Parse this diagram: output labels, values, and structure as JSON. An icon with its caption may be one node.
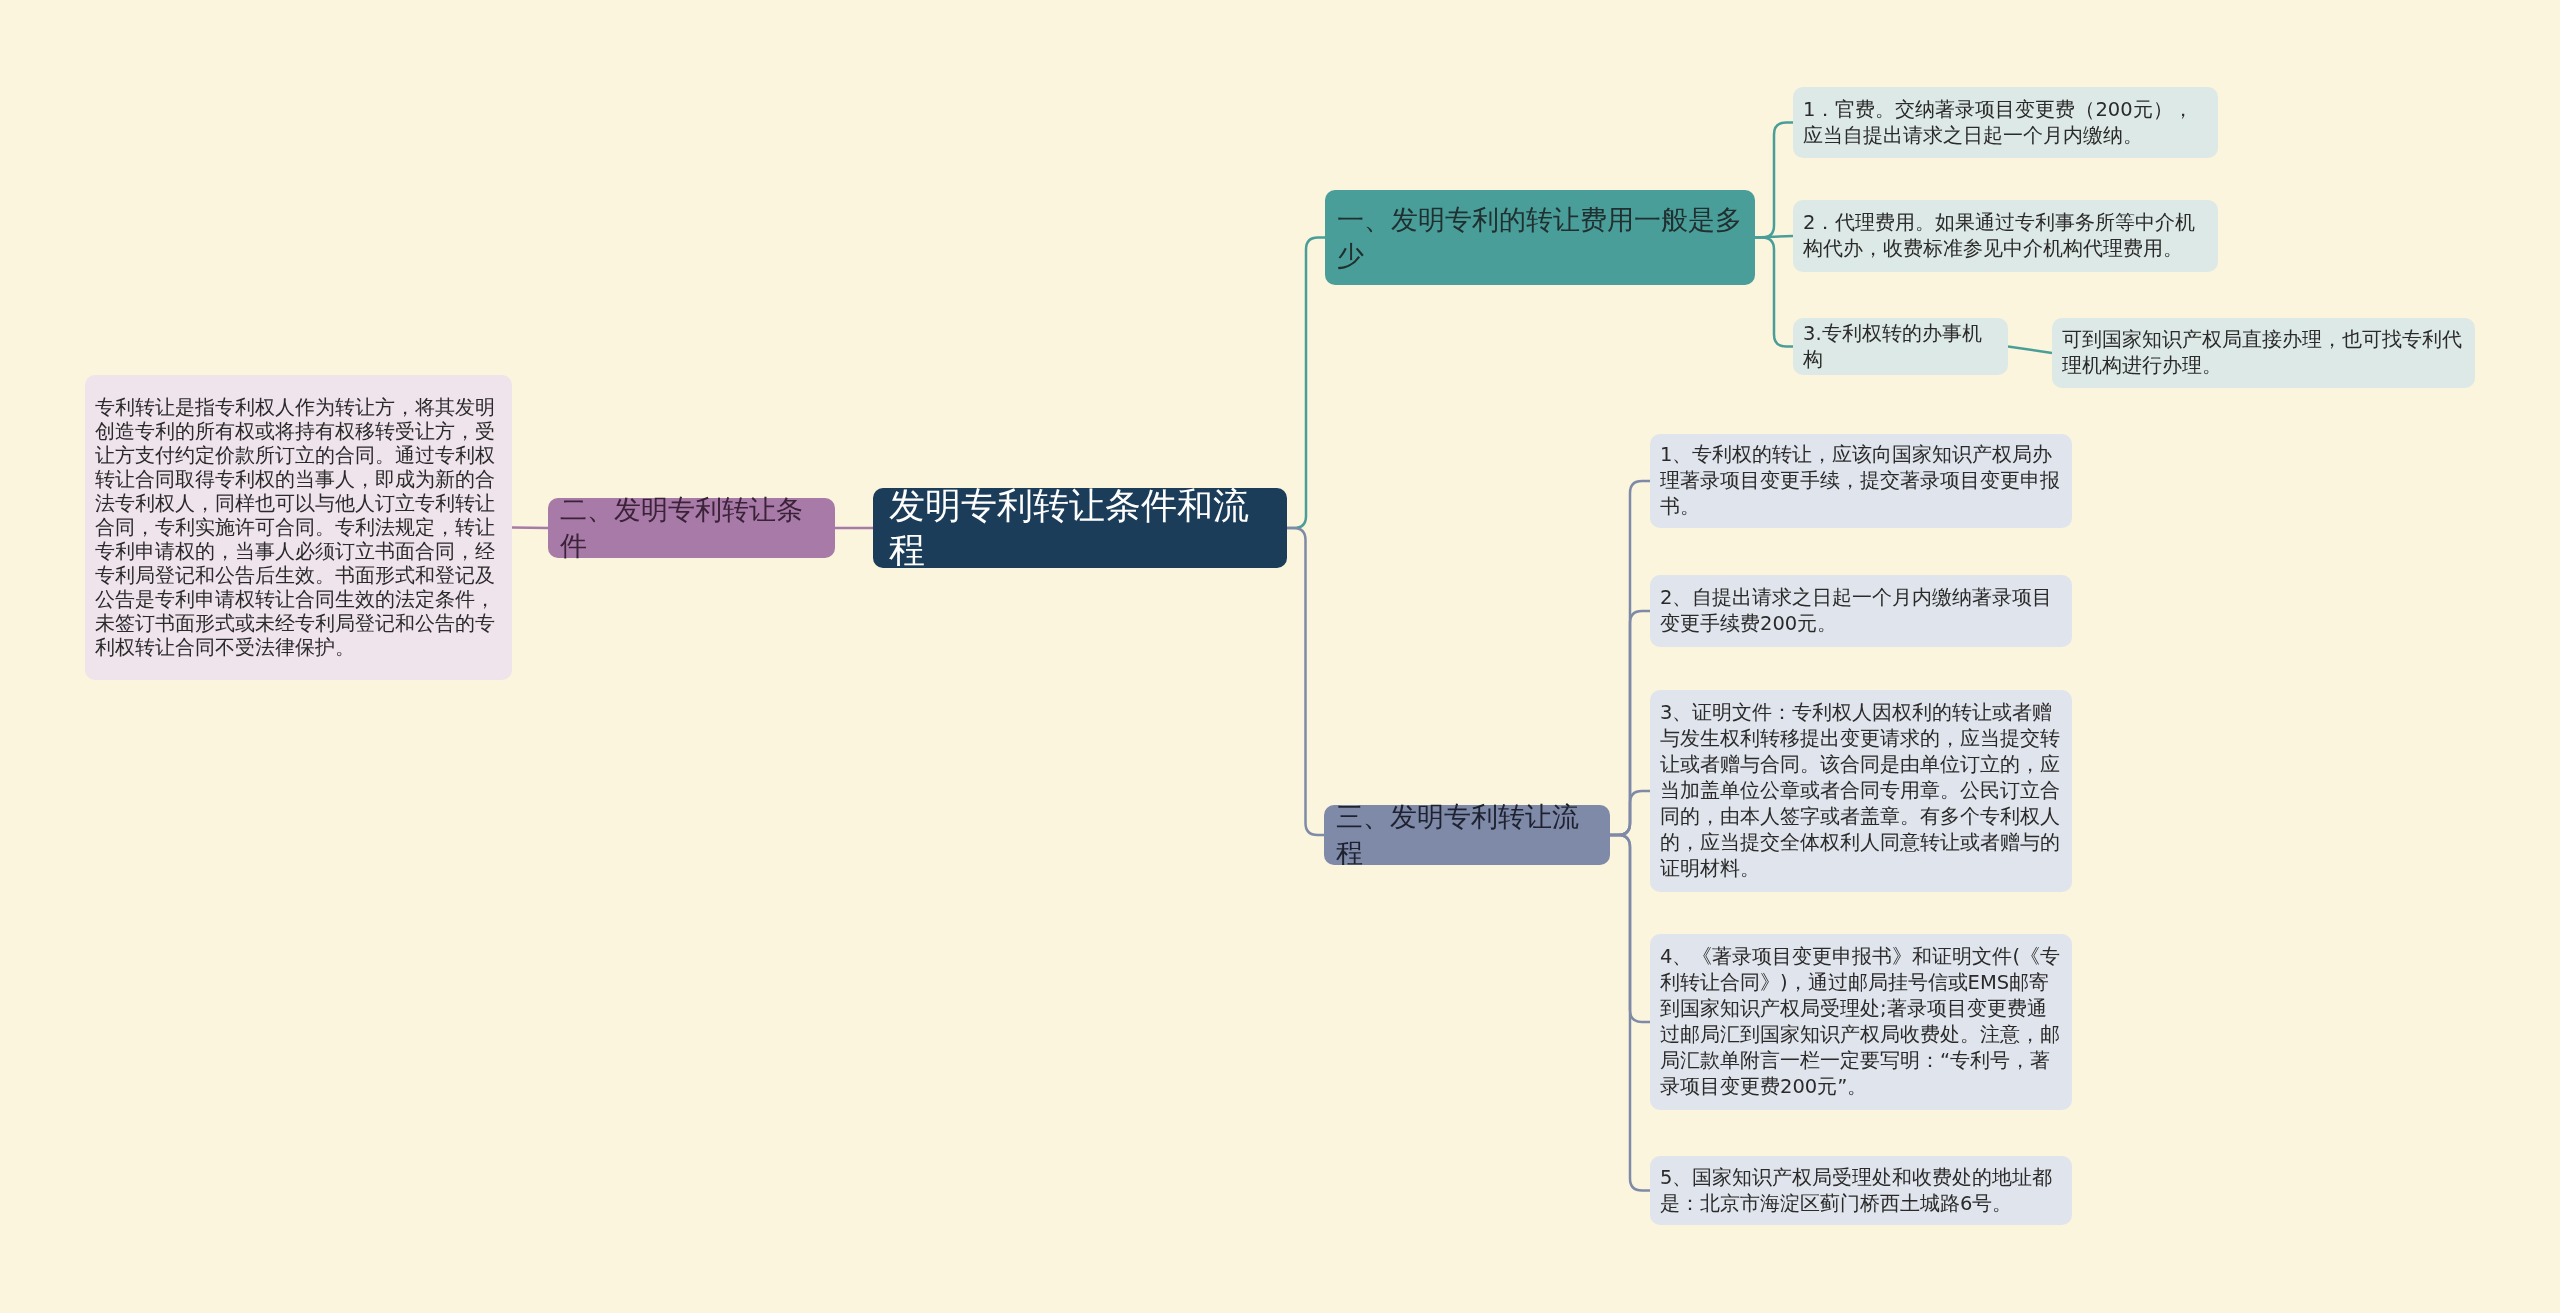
{
  "diagram": {
    "nodes": [
      {
        "text": [
          "发明专利转让条件和流程"
        ]
      },
      {
        "text": [
          "一、发明专利的转让费用一般是多少"
        ]
      },
      {
        "text": [
          "1．官费。交纳著录项目变更费（200元），应当自提出请求之日起一个月内缴纳。"
        ]
      },
      {
        "text": [
          "2．代理费用。如果通过专利事务所等中介机构代办，收费标准参见中介机构代理费用。"
        ]
      },
      {
        "text": [
          "3.专利权转的办事机构"
        ]
      },
      {
        "text": [
          "可到国家知识产权局直接办理，也可找专利代理机构进行办理。"
        ]
      },
      {
        "text": [
          "二、发明专利转让条件"
        ]
      },
      {
        "text": [
          "专利转让是指专利权人作为转让方，将其发明创造专利的所有权或将持有权移转受让方，受让方支付约定价款所订立的合同。通过专利权转让合同取得专利权的当事人，即成为新的合法专利权人，同样也可以与他人订立专利转让合同，专利实施许可合同。专利法规定，转让专利申请权的，当事人必须订立书面合同，经专利局登记和公告后生效。书面形式和登记及公告是专利申请权转让合同生效的法定条件，未签订书面形式或未经专利局登记和公告的专利权转让合同不受法律保护。"
        ]
      },
      {
        "text": [
          "三、发明专利转让流程"
        ]
      },
      {
        "text": [
          "1、专利权的转让，应该向国家知识产权局办理著录项目变更手续，提交著录项目变更申报书。"
        ]
      },
      {
        "text": [
          "2、自提出请求之日起一个月内缴纳著录项目变更手续费200元。"
        ]
      },
      {
        "text": [
          "3、证明文件：专利权人因权利的转让或者赠与发生权利转移提出变更请求的，应当提交转让或者赠与合同。该合同是由单位订立的，应当加盖单位公章或者合同专用章。公民订立合同的，由本人签字或者盖章。有多个专利权人的，应当提交全体权利人同意转让或者赠与的证明材料。"
        ]
      },
      {
        "text": [
          "4、《著录项目变更申报书》和证明文件(《专利转让合同》)，通过邮局挂号信或EMS邮寄到国家知识产权局受理处;著录项目变更费通过邮局汇到国家知识产权局收费处。注意，邮局汇款单附言一栏一定要写明：“专利号，著录项目变更费200元”。"
        ]
      },
      {
        "text": [
          "5、国家知识产权局受理处和收费处的地址都是：北京市海淀区蓟门桥西土城路6号。"
        ]
      }
    ],
    "edges": [
      {
        "from": 0,
        "to": 1,
        "arrow": "none",
        "color": "#4a9e99"
      },
      {
        "from": 1,
        "to": 2,
        "arrow": "none",
        "color": "#4a9e99"
      },
      {
        "from": 1,
        "to": 3,
        "arrow": "none",
        "color": "#4a9e99"
      },
      {
        "from": 1,
        "to": 4,
        "arrow": "none",
        "color": "#4a9e99"
      },
      {
        "from": 4,
        "to": 5,
        "arrow": "none",
        "color": "#4a9e99"
      },
      {
        "from": 0,
        "to": 6,
        "arrow": "none",
        "color": "#a87aa8"
      },
      {
        "from": 6,
        "to": 7,
        "arrow": "none",
        "color": "#a87aa8"
      },
      {
        "from": 0,
        "to": 8,
        "arrow": "none"
      },
      {
        "from": 8,
        "to": 9,
        "arrow": "none"
      },
      {
        "from": 8,
        "to": 10,
        "arrow": "none"
      },
      {
        "from": 8,
        "to": 11,
        "arrow": "none"
      },
      {
        "from": 8,
        "to": 12,
        "arrow": "none"
      },
      {
        "from": 8,
        "to": 13,
        "arrow": "none"
      }
    ]
  }
}
